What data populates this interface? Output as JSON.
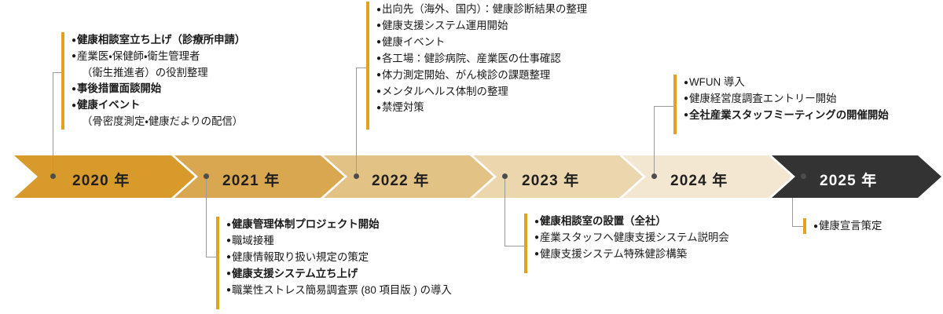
{
  "timeline": {
    "segments": [
      {
        "label": "2020 年",
        "color": "#d79a2b",
        "text_on_dark": false
      },
      {
        "label": "2021 年",
        "color": "#d9a74f",
        "text_on_dark": false
      },
      {
        "label": "2022 年",
        "color": "#e3c286",
        "text_on_dark": false
      },
      {
        "label": "2023 年",
        "color": "#ecd6ad",
        "text_on_dark": false
      },
      {
        "label": "2024 年",
        "color": "#f4e7d2",
        "text_on_dark": false
      },
      {
        "label": "2025 年",
        "color": "#333333",
        "text_on_dark": true
      }
    ],
    "accent_color": "#e0a21f",
    "connector_color": "#9a9a9a",
    "dot_color": "#4d4d4d"
  },
  "notes": {
    "y2020": {
      "year": "2020 年",
      "position": "above",
      "items": [
        {
          "text": "健康相談室立ち上げ（診療所申請）",
          "bold": true
        },
        {
          "text": "産業医・保健師・衛生管理者",
          "bold": false,
          "sub": "（衛生推進者）の役割整理"
        },
        {
          "text": "事後措置面談開始",
          "bold": true
        },
        {
          "text": "健康イベント",
          "bold": true,
          "sub": "（骨密度測定・健康だよりの配信）",
          "sub_bold": false
        }
      ]
    },
    "y2021": {
      "year": "2021 年",
      "position": "below",
      "items": [
        {
          "text": "健康管理体制プロジェクト開始",
          "bold": true
        },
        {
          "text": "職域接種",
          "bold": false
        },
        {
          "text": "健康情報取り扱い規定の策定",
          "bold": false
        },
        {
          "text": "健康支援システム立ち上げ",
          "bold": true
        },
        {
          "text": "職業性ストレス簡易調査票 (80 項目版 ) の導入",
          "bold": false
        }
      ]
    },
    "y2022": {
      "year": "2022 年",
      "position": "above",
      "items": [
        {
          "text": "出向先（海外、国内）：健康診断結果の整理",
          "bold": false
        },
        {
          "text": "健康支援システム運用開始",
          "bold": false
        },
        {
          "text": "健康イベント",
          "bold": false
        },
        {
          "text": "各工場：健診病院、産業医の仕事確認",
          "bold": false
        },
        {
          "text": "体力測定開始、がん検診の課題整理",
          "bold": false
        },
        {
          "text": "メンタルヘルス体制の整理",
          "bold": false
        },
        {
          "text": "禁煙対策",
          "bold": false
        }
      ]
    },
    "y2023": {
      "year": "2023 年",
      "position": "below",
      "items": [
        {
          "text": "健康相談室の設置（全社）",
          "bold": true
        },
        {
          "text": "産業スタッフへ健康支援システム説明会",
          "bold": false
        },
        {
          "text": "健康支援システム特殊健診構築",
          "bold": false
        }
      ]
    },
    "y2024": {
      "year": "2024 年",
      "position": "above",
      "items": [
        {
          "text": "WFUN 導入",
          "bold": false
        },
        {
          "text": "健康経営度調査エントリー開始",
          "bold": false
        },
        {
          "text": "全社産業スタッフミーティングの開催開始",
          "bold": true
        }
      ]
    },
    "y2025": {
      "year": "2025 年",
      "position": "below",
      "items": [
        {
          "text": "健康宣言策定",
          "bold": false
        }
      ]
    }
  }
}
